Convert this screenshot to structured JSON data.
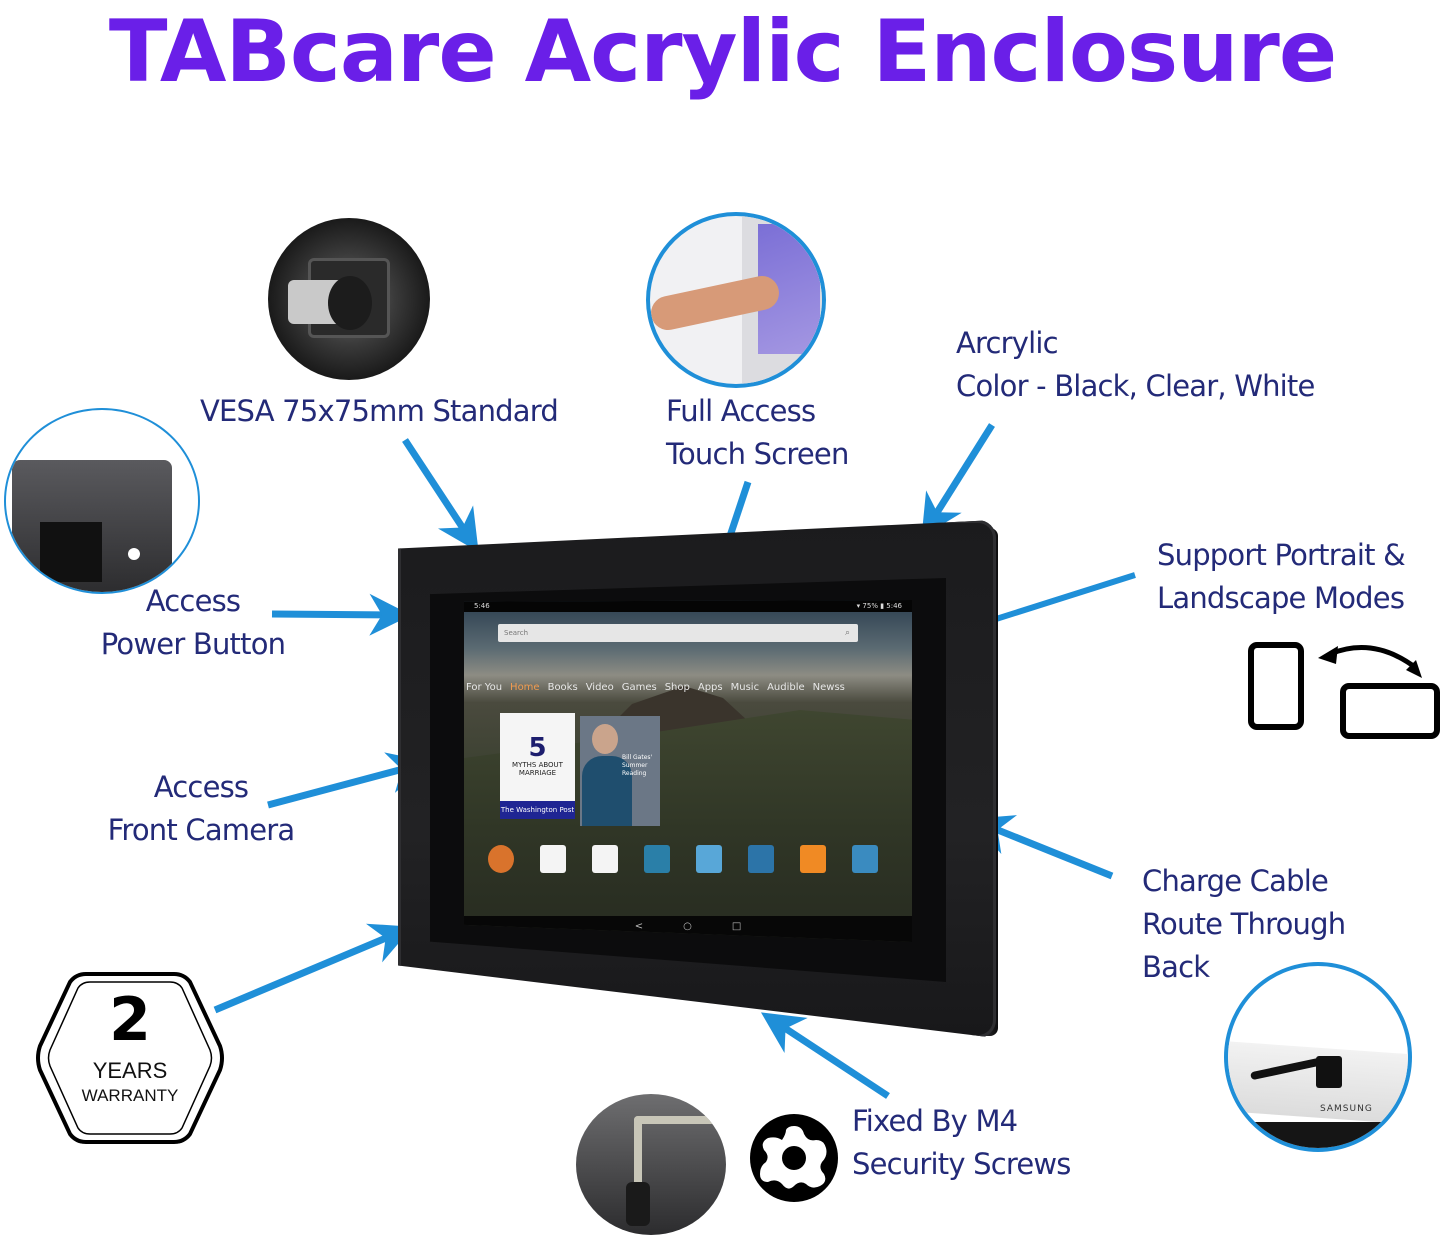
{
  "title": "TABcare Acrylic Enclosure",
  "colors": {
    "title": "#6a1fe8",
    "label_text": "#232a78",
    "arrow": "#1f8fd8",
    "enclosure": "#1d1d1f"
  },
  "features": {
    "vesa": {
      "line1": "VESA 75x75mm Standard"
    },
    "touch": {
      "line1": "Full Access",
      "line2": "Touch Screen"
    },
    "acrylic": {
      "line1": "Arcrylic",
      "line2": "Color - Black, Clear, White"
    },
    "power": {
      "line1": "Access",
      "line2": "Power Button"
    },
    "camera": {
      "line1": "Access",
      "line2": "Front Camera"
    },
    "orientation": {
      "line1": "Support Portrait &",
      "line2": "Landscape Modes",
      "icon": "portrait-landscape-rotate-icon"
    },
    "cable": {
      "line1": "Charge Cable",
      "line2": "Route Through",
      "line3": "Back"
    },
    "screws": {
      "line1": "Fixed By M4",
      "line2": "Security Screws",
      "icon": "torx-security-screw-icon"
    }
  },
  "warranty": {
    "number": "2",
    "line1": "YEARS",
    "line2": "WARRANTY"
  },
  "tablet_screen": {
    "status_left": "5:46",
    "status_right": "▾ 75% ▮ 5:46",
    "search_placeholder": "Search",
    "tabs": [
      "For You",
      "Home",
      "Books",
      "Video",
      "Games",
      "Shop",
      "Apps",
      "Music",
      "Audible",
      "Newss"
    ],
    "active_tab": "Home",
    "card1": {
      "number": "5",
      "text": "MYTHS ABOUT MARRIAGE",
      "band": "The Washington Post"
    },
    "card2": {
      "caption": "Bill Gates' Summer Reading"
    },
    "app_colors": [
      "#d9732c",
      "#f4f4f4",
      "#f4f4f4",
      "#2a7fa8",
      "#58a7d8",
      "#2c74a8",
      "#f08a24",
      "#3a8bc0"
    ],
    "nav": [
      "<",
      "○",
      "□"
    ]
  },
  "badges": {
    "cable_brand": "SAMSUNG"
  }
}
